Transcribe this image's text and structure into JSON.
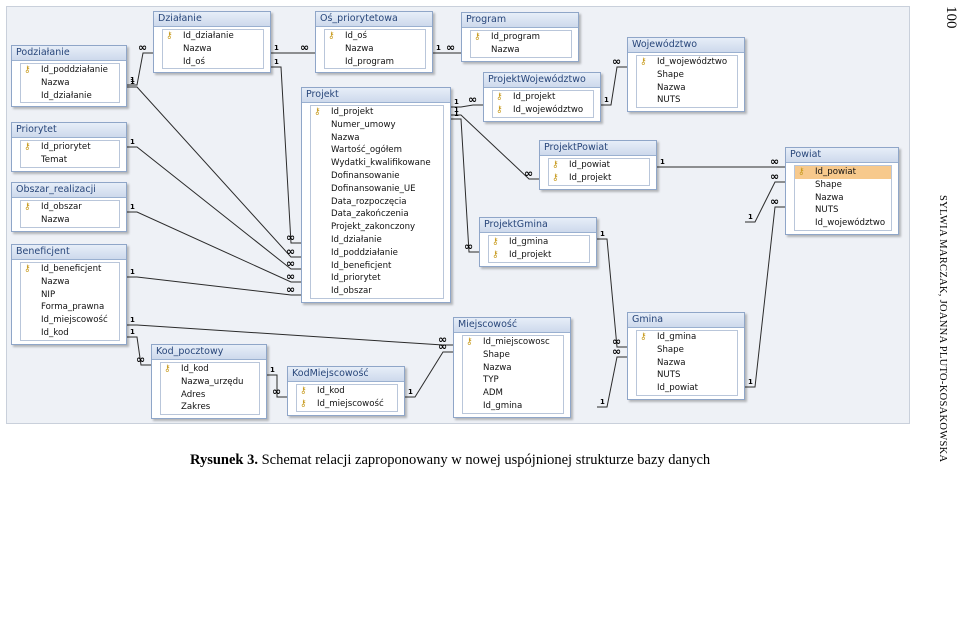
{
  "tables": [
    {
      "id": "poddzialanie",
      "name": "Podziałanie",
      "fields": [
        "Id_poddziałanie",
        "Nazwa",
        "Id_działanie"
      ],
      "pk": [
        0
      ]
    },
    {
      "id": "dzialanie",
      "name": "Działanie",
      "fields": [
        "Id_działanie",
        "Nazwa",
        "Id_oś"
      ],
      "pk": [
        0
      ]
    },
    {
      "id": "os",
      "name": "Oś_priorytetowa",
      "fields": [
        "Id_oś",
        "Nazwa",
        "Id_program"
      ],
      "pk": [
        0
      ]
    },
    {
      "id": "program",
      "name": "Program",
      "fields": [
        "Id_program",
        "Nazwa"
      ],
      "pk": [
        0
      ]
    },
    {
      "id": "projektwoj",
      "name": "ProjektWojewództwo",
      "fields": [
        "Id_projekt",
        "Id_województwo"
      ],
      "pk": [
        0,
        1
      ]
    },
    {
      "id": "wojewodztwo",
      "name": "Województwo",
      "fields": [
        "Id_województwo",
        "Shape",
        "Nazwa",
        "NUTS"
      ],
      "pk": [
        0
      ]
    },
    {
      "id": "priorytet",
      "name": "Priorytet",
      "fields": [
        "Id_priorytet",
        "Temat"
      ],
      "pk": [
        0
      ]
    },
    {
      "id": "obszar",
      "name": "Obszar_realizacji",
      "fields": [
        "Id_obszar",
        "Nazwa"
      ],
      "pk": [
        0
      ]
    },
    {
      "id": "beneficjent",
      "name": "Beneficjent",
      "fields": [
        "Id_beneficjent",
        "Nazwa",
        "NIP",
        "Forma_prawna",
        "Id_miejscowość",
        "Id_kod"
      ],
      "pk": [
        0
      ]
    },
    {
      "id": "projekt",
      "name": "Projekt",
      "fields": [
        "Id_projekt",
        "Numer_umowy",
        "Nazwa",
        "Wartość_ogółem",
        "Wydatki_kwalifikowane",
        "Dofinansowanie",
        "Dofinansowanie_UE",
        "Data_rozpoczęcia",
        "Data_zakończenia",
        "Projekt_zakonczony",
        "Id_działanie",
        "Id_poddziałanie",
        "Id_beneficjent",
        "Id_priorytet",
        "Id_obszar"
      ],
      "pk": [
        0
      ]
    },
    {
      "id": "projektpowiat",
      "name": "ProjektPowiat",
      "fields": [
        "Id_powiat",
        "Id_projekt"
      ],
      "pk": [
        0,
        1
      ]
    },
    {
      "id": "powiat",
      "name": "Powiat",
      "fields": [
        "Id_powiat",
        "Shape",
        "Nazwa",
        "NUTS",
        "Id_województwo"
      ],
      "pk": [
        0
      ],
      "selected": 0
    },
    {
      "id": "projektgmina",
      "name": "ProjektGmina",
      "fields": [
        "Id_gmina",
        "Id_projekt"
      ],
      "pk": [
        0,
        1
      ]
    },
    {
      "id": "miejscowosc",
      "name": "Miejscowość",
      "fields": [
        "Id_miejscowosc",
        "Shape",
        "Nazwa",
        "TYP",
        "ADM",
        "Id_gmina"
      ],
      "pk": [
        0
      ]
    },
    {
      "id": "gmina",
      "name": "Gmina",
      "fields": [
        "Id_gmina",
        "Shape",
        "Nazwa",
        "NUTS",
        "Id_powiat"
      ],
      "pk": [
        0
      ]
    },
    {
      "id": "kodpocztowy",
      "name": "Kod_pocztowy",
      "fields": [
        "Id_kod",
        "Nazwa_urzędu",
        "Adres",
        "Zakres"
      ],
      "pk": [
        0
      ]
    },
    {
      "id": "kodmiejscowosc",
      "name": "KodMiejscowość",
      "fields": [
        "Id_kod",
        "Id_miejscowość"
      ],
      "pk": [
        0,
        1
      ]
    }
  ],
  "relationship_labels": {
    "one": "1",
    "many": "∞"
  },
  "caption": {
    "label": "Rysunek 3.",
    "text": " Schemat relacji zaproponowany w nowej uspójnionej strukturze bazy danych"
  },
  "page_number": "100",
  "running_header": "SYLWIA MARCZAK, JOANNA PLUTO-KOSAKOWSKA"
}
